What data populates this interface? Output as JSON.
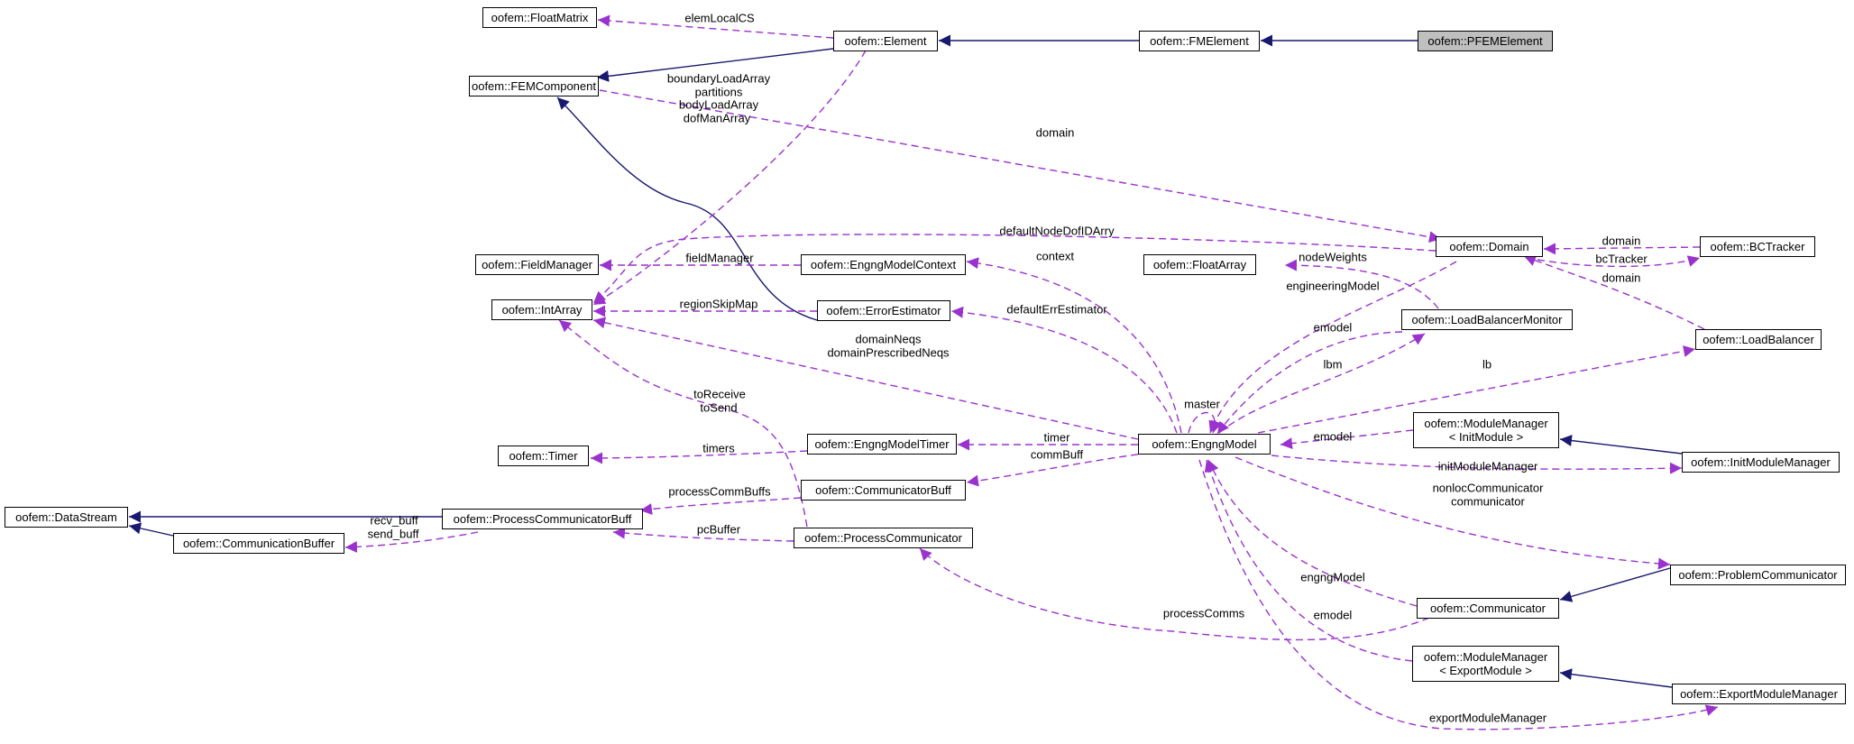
{
  "colors": {
    "inheritance": "#191970",
    "usage": "#9a32cd",
    "current_fill": "#bfbfbf"
  },
  "nodes": {
    "floatmatrix": "oofem::FloatMatrix",
    "element": "oofem::Element",
    "fmelement": "oofem::FMElement",
    "pfemelement": "oofem::PFEMElement",
    "femcomponent": "oofem::FEMComponent",
    "fieldmanager": "oofem::FieldManager",
    "engngmodelcontext": "oofem::EngngModelContext",
    "intarray": "oofem::IntArray",
    "errorestimator": "oofem::ErrorEstimator",
    "floatarray": "oofem::FloatArray",
    "domain": "oofem::Domain",
    "bctracker": "oofem::BCTracker",
    "loadbalancermonitor": "oofem::LoadBalancerMonitor",
    "loadbalancer": "oofem::LoadBalancer",
    "timer": "oofem::Timer",
    "engngmodeltimer": "oofem::EngngModelTimer",
    "engngmodel": "oofem::EngngModel",
    "modulemanager_init_l1": "oofem::ModuleManager",
    "modulemanager_init_l2": "< InitModule >",
    "initmodulemanager": "oofem::InitModuleManager",
    "communicatorbuff": "oofem::CommunicatorBuff",
    "datastream": "oofem::DataStream",
    "processcommunicatorbuff": "oofem::ProcessCommunicatorBuff",
    "communicationbuffer": "oofem::CommunicationBuffer",
    "processcommunicator": "oofem::ProcessCommunicator",
    "problemcommunicator": "oofem::ProblemCommunicator",
    "communicator": "oofem::Communicator",
    "modulemanager_export_l1": "oofem::ModuleManager",
    "modulemanager_export_l2": "< ExportModule >",
    "exportmodulemanager": "oofem::ExportModuleManager"
  },
  "edge_labels": {
    "elemLocalCS": "elemLocalCS",
    "boundaryLoadArray": "boundaryLoadArray",
    "partitions": "partitions",
    "bodyLoadArray": "bodyLoadArray",
    "dofManArray": "dofManArray",
    "domain_fem": "domain",
    "defaultNodeDofIDArry": "defaultNodeDofIDArry",
    "fieldManager": "fieldManager",
    "context": "context",
    "regionSkipMap": "regionSkipMap",
    "defaultErrEstimator": "defaultErrEstimator",
    "domainNeqs": "domainNeqs",
    "domainPrescribedNeqs": "domainPrescribedNeqs",
    "nodeWeights": "nodeWeights",
    "engineeringModel": "engineeringModel",
    "emodel_lbm": "emodel",
    "lbm": "lbm",
    "lb": "lb",
    "domain_bct1": "domain",
    "bcTracker": "bcTracker",
    "domain_bct2": "domain",
    "master": "master",
    "toReceive": "toReceive",
    "toSend": "toSend",
    "timers": "timers",
    "timer": "timer",
    "commBuff": "commBuff",
    "emodel_mm": "emodel",
    "initModuleManager": "initModuleManager",
    "processCommBuffs": "processCommBuffs",
    "recv_buff": "recv_buff",
    "send_buff": "send_buff",
    "pcBuffer": "pcBuffer",
    "nonlocCommunicator": "nonlocCommunicator",
    "communicator": "communicator",
    "engngModel": "engngModel",
    "processComms": "processComms",
    "emodel_exp": "emodel",
    "exportModuleManager": "exportModuleManager"
  }
}
